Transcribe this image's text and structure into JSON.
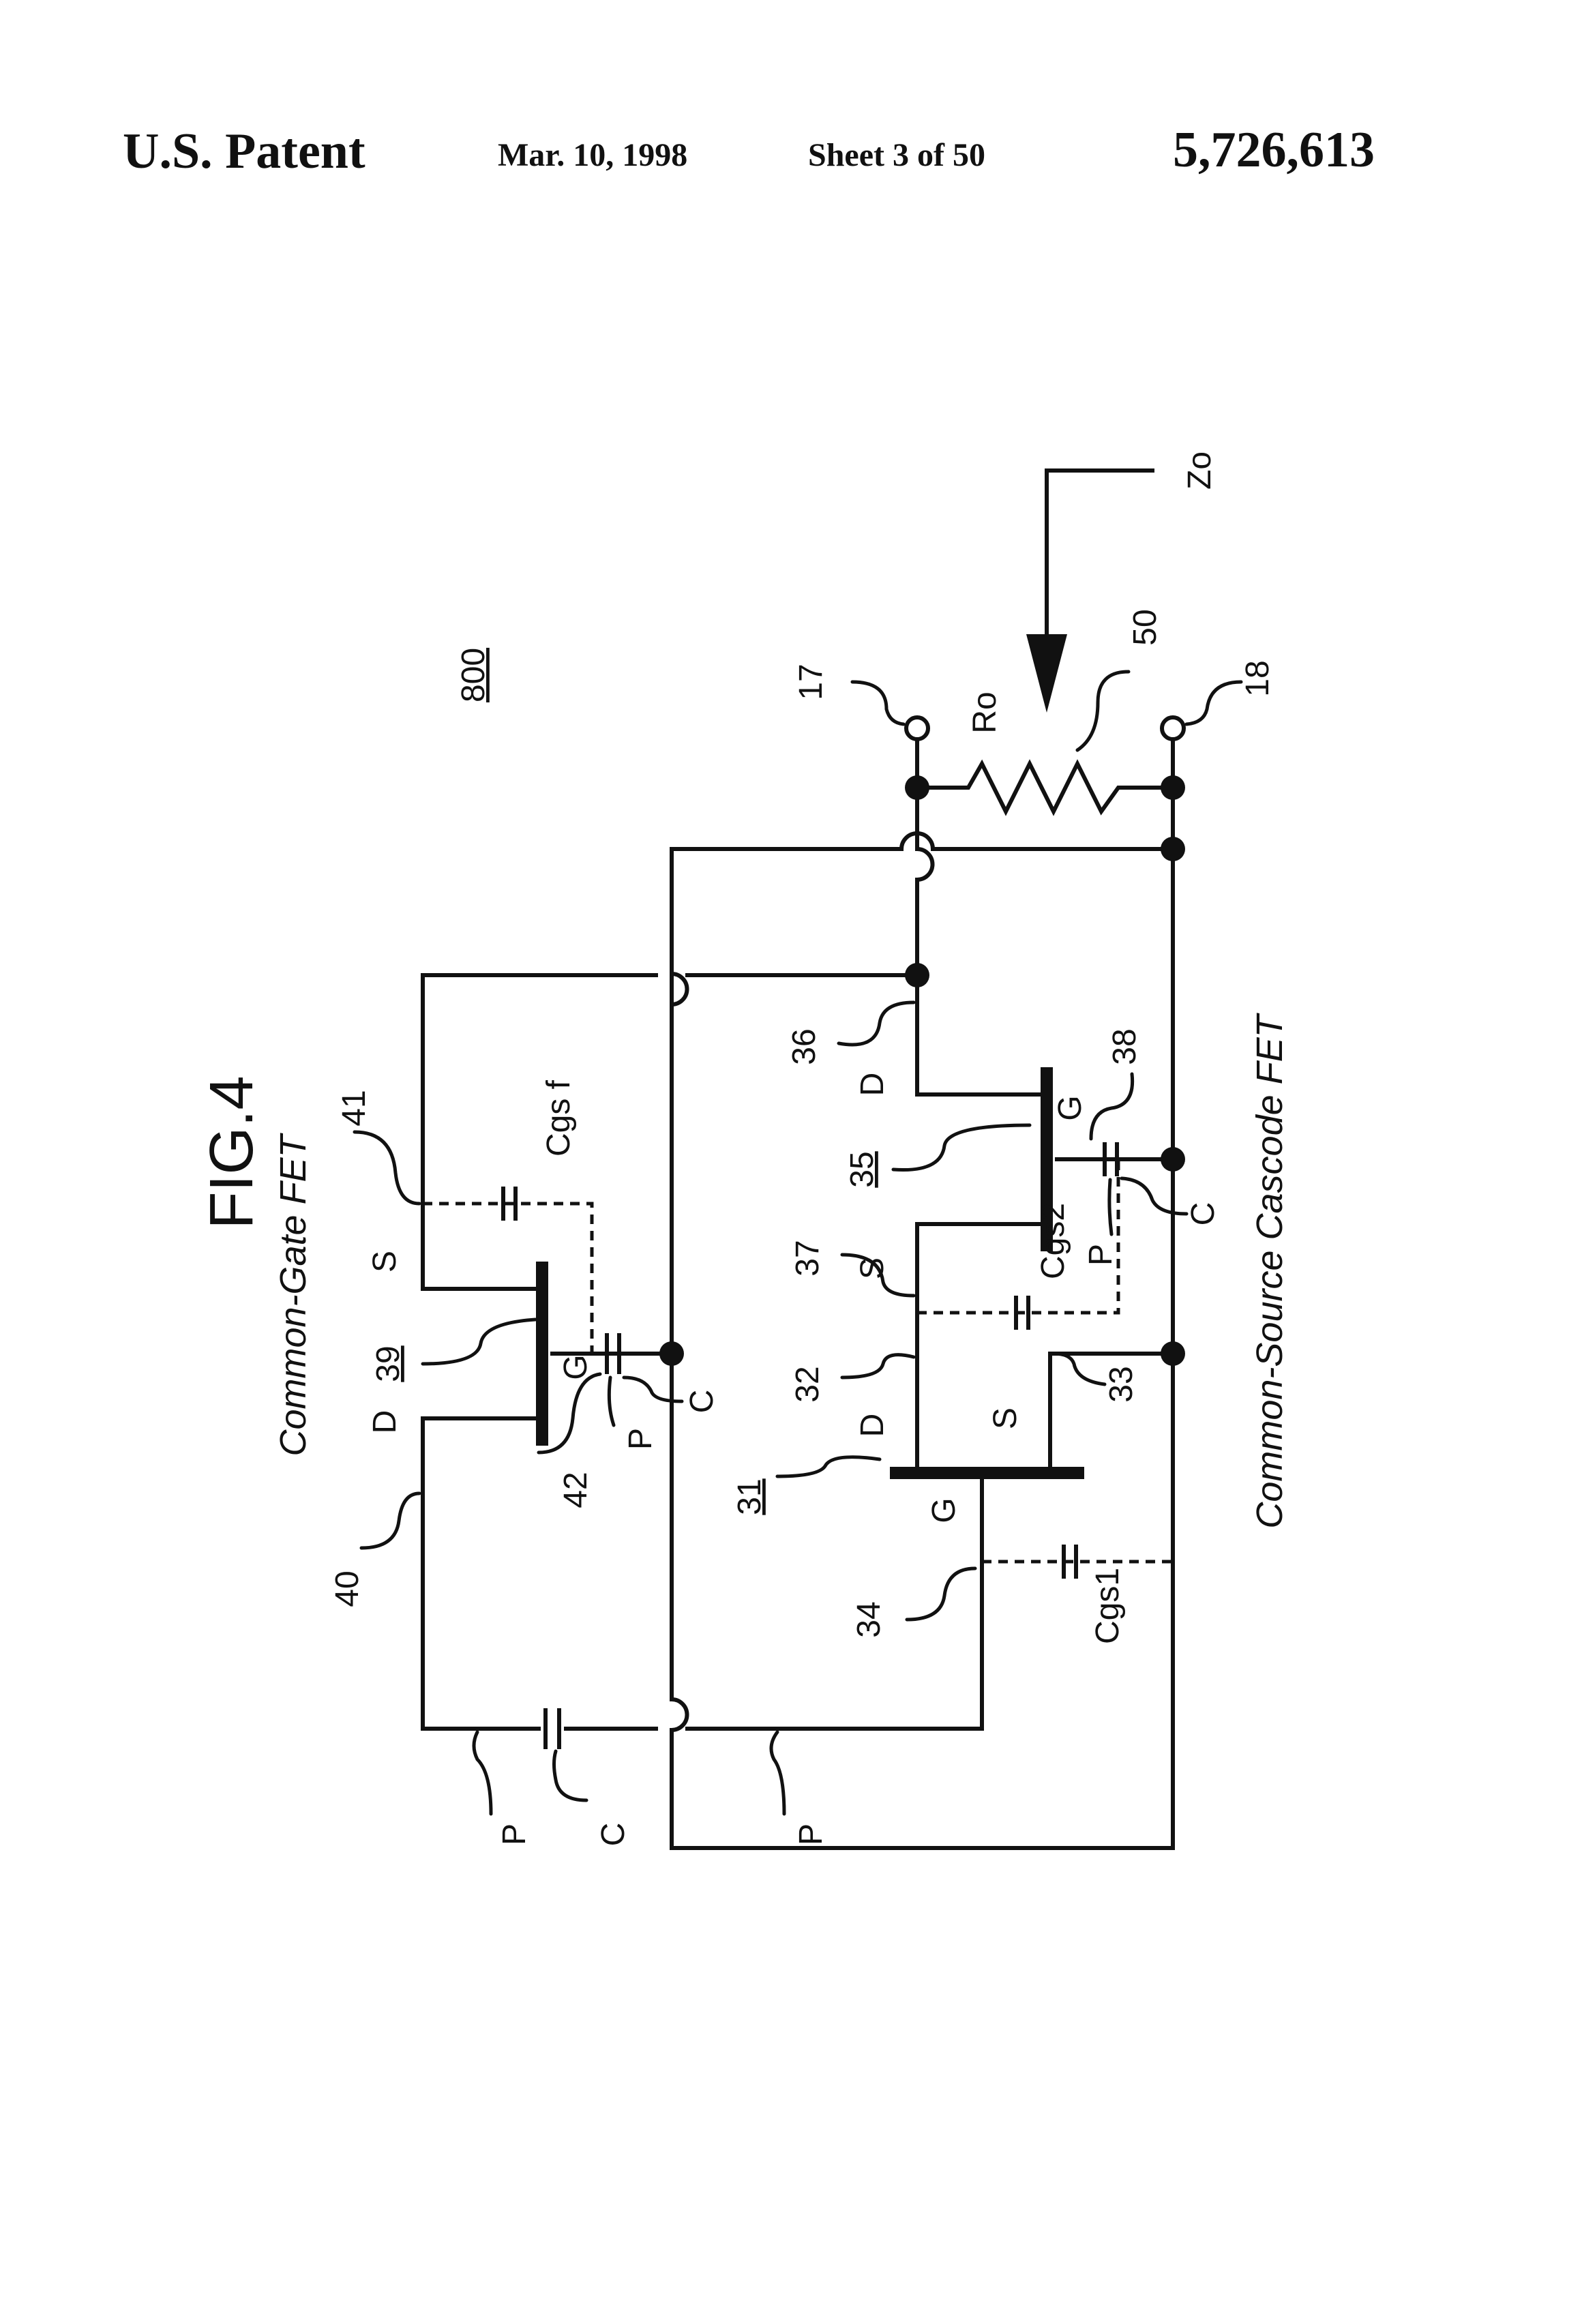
{
  "header": {
    "left": "U.S. Patent",
    "date": "Mar. 10, 1998",
    "sheet": "Sheet 3 of 50",
    "patent_number": "5,726,613"
  },
  "figure": {
    "title": "FIG.4",
    "ref_main": "800",
    "caption_left": "Common-Gate FET",
    "caption_right": "Common-Source Cascode FET"
  },
  "labels": {
    "n17": "17",
    "n18": "18",
    "n50": "50",
    "ro": "Ro",
    "zo": "Zo",
    "n36": "36",
    "n38": "38",
    "n35": "35",
    "n37": "37",
    "n32": "32",
    "n33": "33",
    "n31": "31",
    "n34": "34",
    "n39": "39",
    "n40": "40",
    "n41": "41",
    "n42": "42",
    "cgsf": "Cgs f",
    "cgs2": "Cgs2",
    "cgs1": "Cgs1",
    "D": "D",
    "G": "G",
    "S": "S",
    "C": "C",
    "P": "P"
  }
}
